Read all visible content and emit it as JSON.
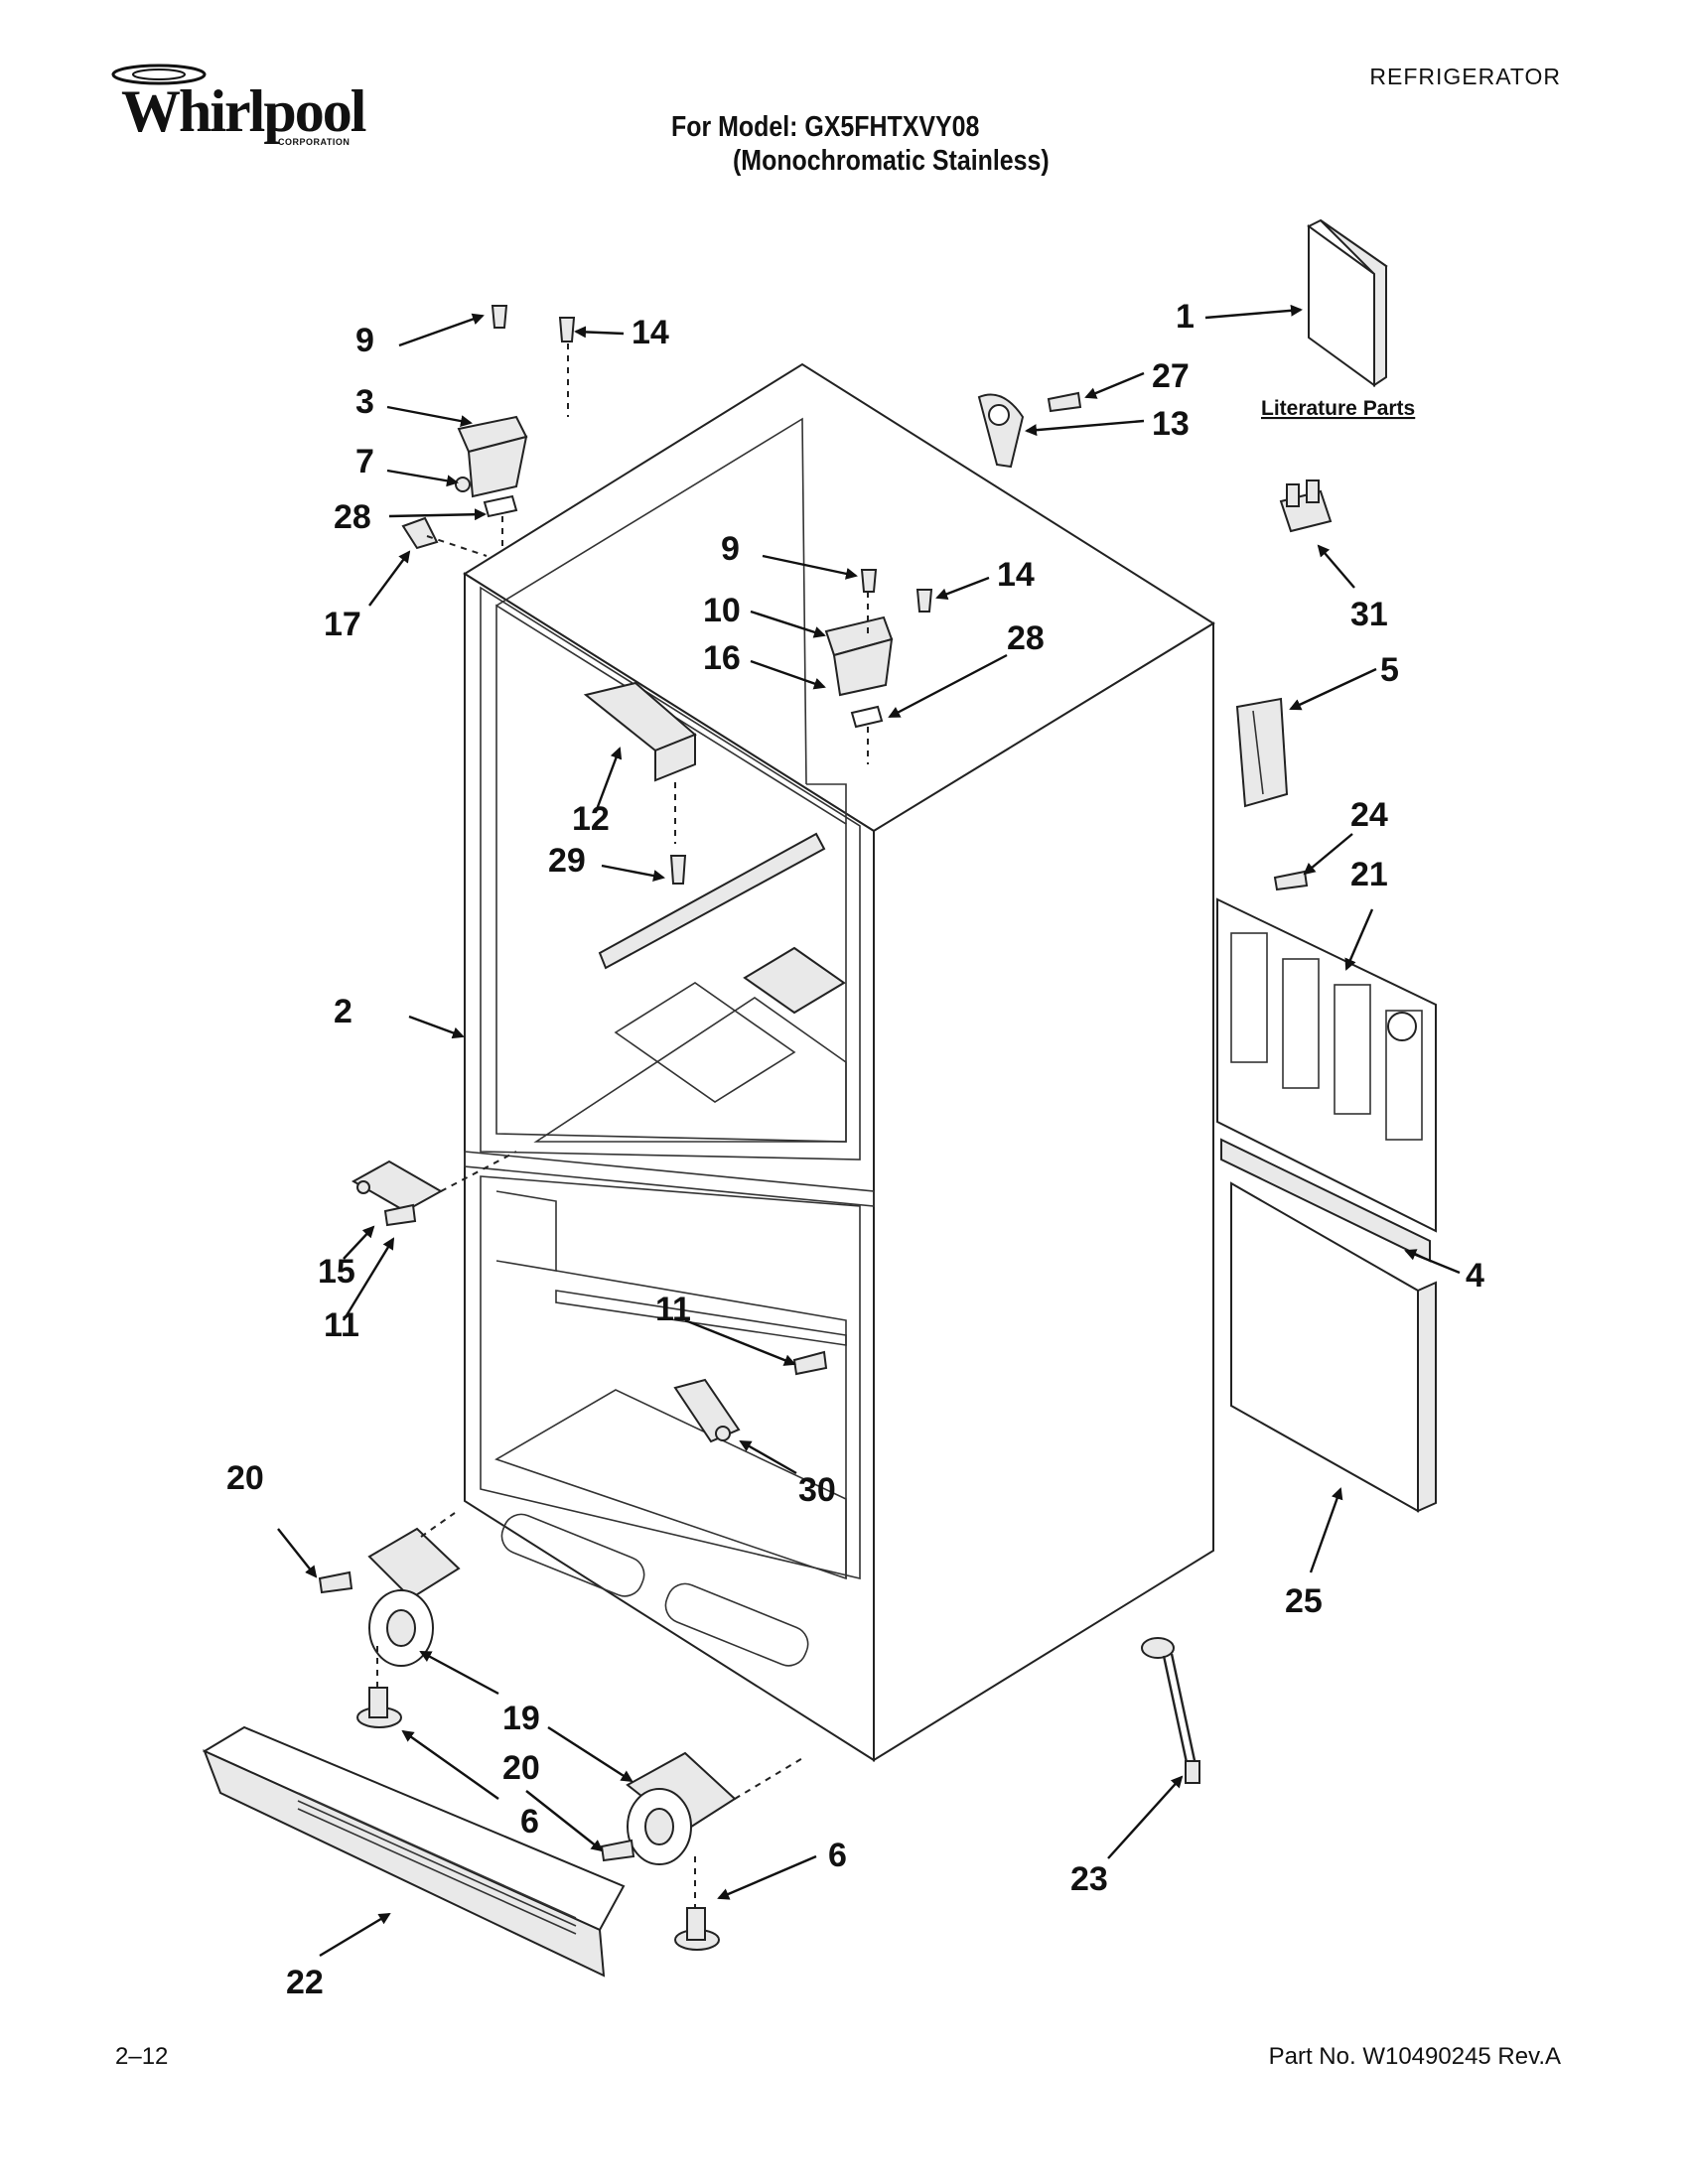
{
  "brand": {
    "name": "Whirlpool",
    "sub": "CORPORATION"
  },
  "header": {
    "category": "REFRIGERATOR",
    "model_line": "For Model: GX5FHTXVY08",
    "variant_line": "(Monochromatic Stainless)"
  },
  "diagram": {
    "literature_label": "Literature Parts",
    "callouts": {
      "c1": "1",
      "c2": "2",
      "c3": "3",
      "c4": "4",
      "c5": "5",
      "c6a": "6",
      "c6b": "6",
      "c7": "7",
      "c9a": "9",
      "c9b": "9",
      "c10": "10",
      "c11a": "11",
      "c11b": "11",
      "c12": "12",
      "c13": "13",
      "c14a": "14",
      "c14b": "14",
      "c15": "15",
      "c16": "16",
      "c17": "17",
      "c19a": "19",
      "c20a": "20",
      "c20b": "20",
      "c21": "21",
      "c22": "22",
      "c23": "23",
      "c24": "24",
      "c25": "25",
      "c27": "27",
      "c28a": "28",
      "c28b": "28",
      "c29": "29",
      "c30": "30",
      "c31": "31"
    }
  },
  "footer": {
    "page": "2–12",
    "part_no": "Part No. W10490245 Rev.A"
  }
}
